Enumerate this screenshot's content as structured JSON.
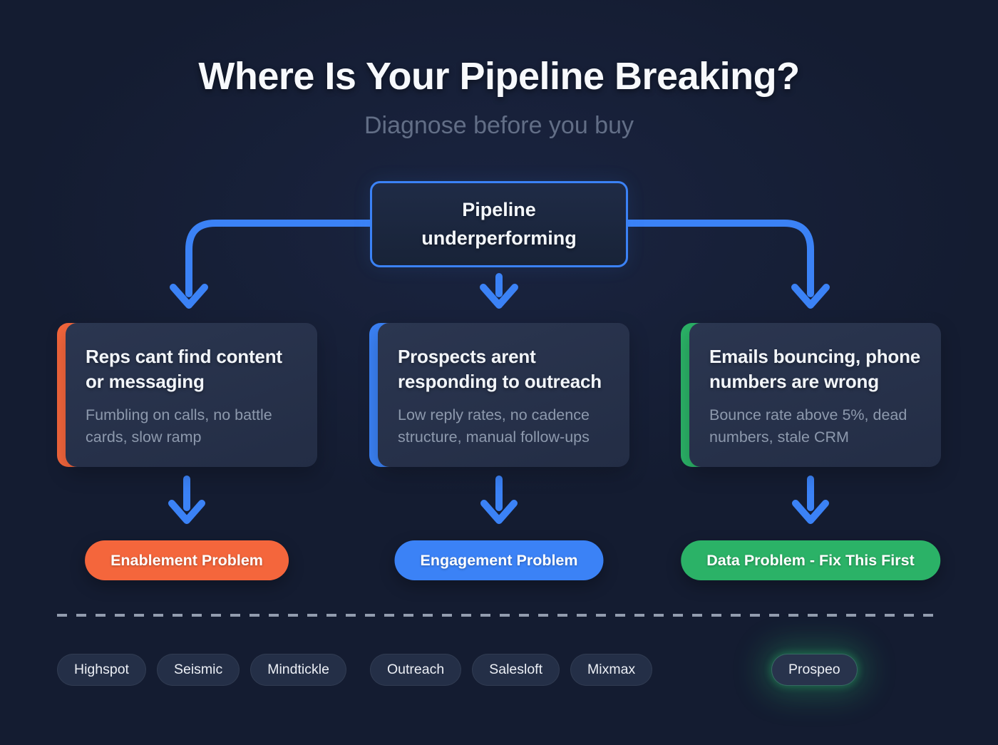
{
  "header": {
    "title": "Where Is Your Pipeline Breaking?",
    "subtitle": "Diagnose before you buy"
  },
  "root": {
    "label": "Pipeline underperforming",
    "accent": "#3b82f6"
  },
  "colors": {
    "background": "#141c31",
    "connector": "#3b82f6",
    "divider": "#929cae"
  },
  "branches": [
    {
      "name": "enablement",
      "accent": "#f4663c",
      "symptom_title": "Reps cant find content or messaging",
      "symptom_detail": "Fumbling on calls, no battle cards, slow ramp",
      "outcome": "Enablement Problem",
      "tools": [
        {
          "label": "Highspot",
          "highlight": false
        },
        {
          "label": "Seismic",
          "highlight": false
        },
        {
          "label": "Mindtickle",
          "highlight": false
        }
      ]
    },
    {
      "name": "engagement",
      "accent": "#3b82f6",
      "symptom_title": "Prospects arent responding to outreach",
      "symptom_detail": "Low reply rates, no cadence structure, manual follow-ups",
      "outcome": "Engagement Problem",
      "tools": [
        {
          "label": "Outreach",
          "highlight": false
        },
        {
          "label": "Salesloft",
          "highlight": false
        },
        {
          "label": "Mixmax",
          "highlight": false
        }
      ]
    },
    {
      "name": "data",
      "accent": "#2bb267",
      "symptom_title": "Emails bouncing, phone numbers are wrong",
      "symptom_detail": "Bounce rate above 5%, dead numbers, stale CRM",
      "outcome": "Data Problem - Fix This First",
      "tools": [
        {
          "label": "Prospeo",
          "highlight": true
        }
      ]
    }
  ]
}
